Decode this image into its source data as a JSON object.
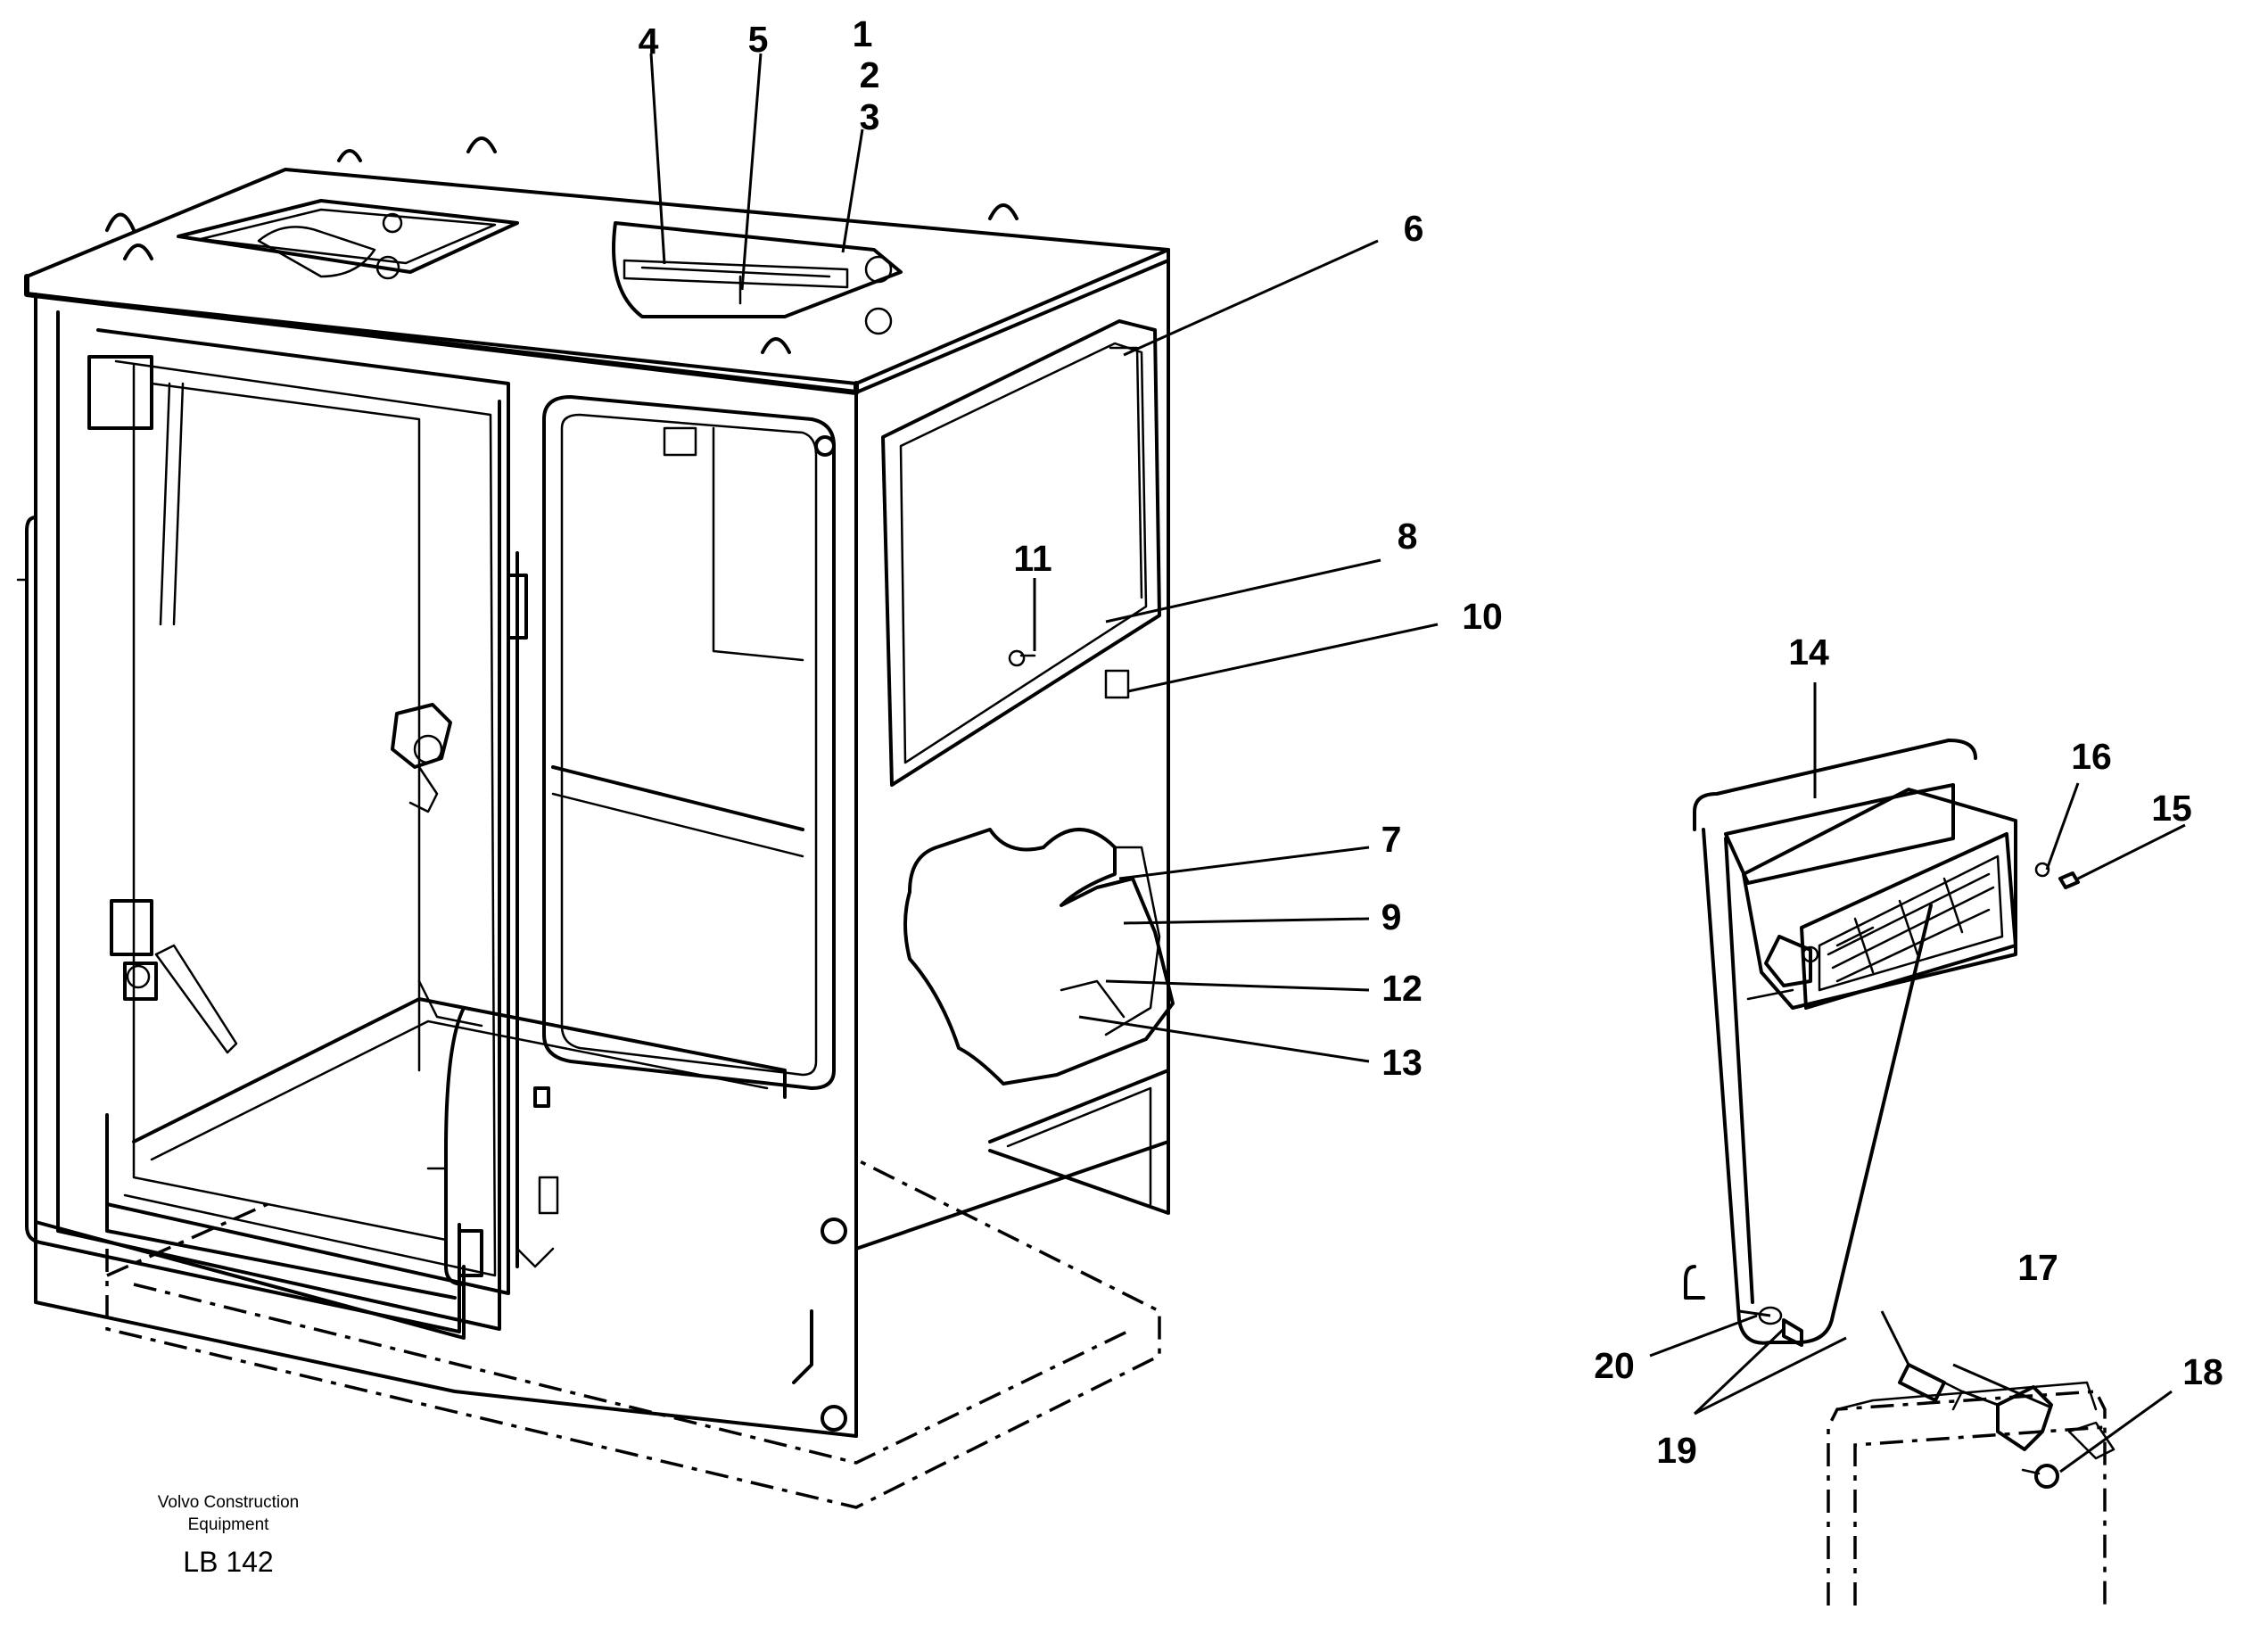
{
  "callouts": [
    {
      "id": "1",
      "label": "1"
    },
    {
      "id": "2",
      "label": "2"
    },
    {
      "id": "3",
      "label": "3"
    },
    {
      "id": "4",
      "label": "4"
    },
    {
      "id": "5",
      "label": "5"
    },
    {
      "id": "6",
      "label": "6"
    },
    {
      "id": "7",
      "label": "7"
    },
    {
      "id": "8",
      "label": "8"
    },
    {
      "id": "9",
      "label": "9"
    },
    {
      "id": "10",
      "label": "10"
    },
    {
      "id": "11",
      "label": "11"
    },
    {
      "id": "12",
      "label": "12"
    },
    {
      "id": "13",
      "label": "13"
    },
    {
      "id": "14",
      "label": "14"
    },
    {
      "id": "15",
      "label": "15"
    },
    {
      "id": "16",
      "label": "16"
    },
    {
      "id": "17",
      "label": "17"
    },
    {
      "id": "18",
      "label": "18"
    },
    {
      "id": "19",
      "label": "19"
    },
    {
      "id": "20",
      "label": "20"
    }
  ],
  "footer": {
    "company_line1": "Volvo Construction",
    "company_line2": "Equipment",
    "code": "LB 142"
  }
}
